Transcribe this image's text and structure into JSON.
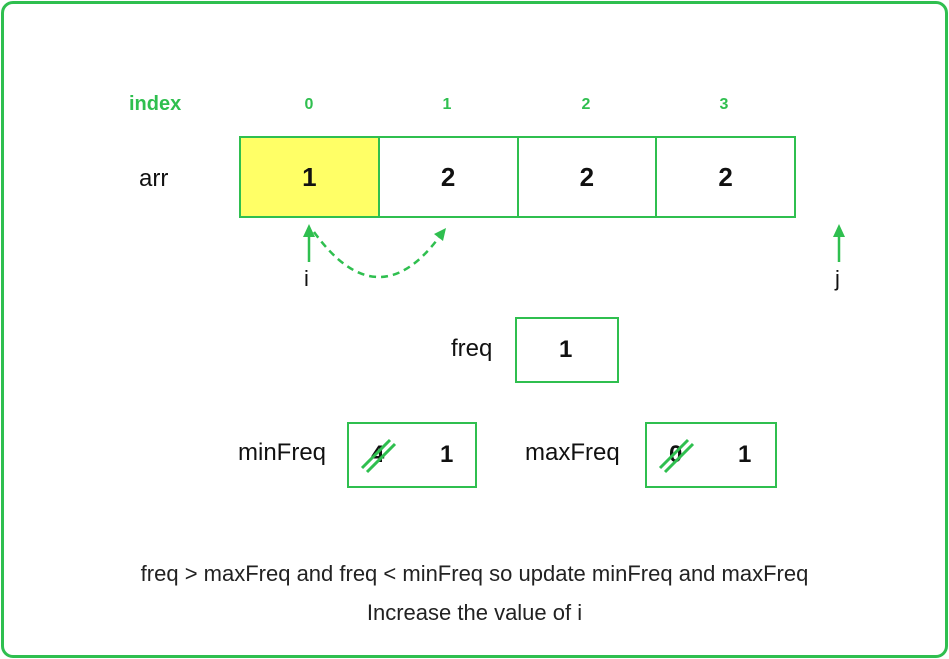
{
  "labels": {
    "index": "index",
    "arr": "arr",
    "i": "i",
    "j": "j",
    "freq": "freq",
    "minFreq": "minFreq",
    "maxFreq": "maxFreq"
  },
  "indices": [
    "0",
    "1",
    "2",
    "3"
  ],
  "array": [
    "1",
    "2",
    "2",
    "2"
  ],
  "highlighted_index": 0,
  "freq": {
    "value": "1"
  },
  "minFreq": {
    "old": "4",
    "new": "1"
  },
  "maxFreq": {
    "old": "0",
    "new": "1"
  },
  "captions": {
    "line1": "freq > maxFreq and freq < minFreq so update minFreq and maxFreq",
    "line2": "Increase the value of i"
  },
  "colors": {
    "accent": "#2fbf4f",
    "highlight": "#ffff66"
  }
}
